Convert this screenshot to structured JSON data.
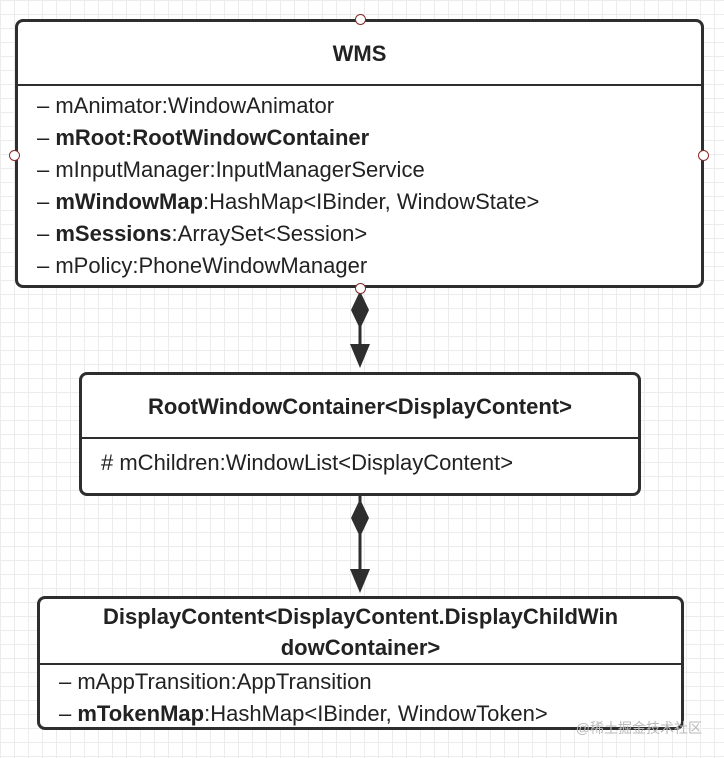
{
  "classes": {
    "wms": {
      "name": "WMS",
      "attributes": [
        {
          "prefix": "– ",
          "name": "mAnimator",
          "type": ":WindowAnimator",
          "bold": false
        },
        {
          "prefix": "– ",
          "name": "mRoot",
          "type": ":RootWindowContainer",
          "bold": true
        },
        {
          "prefix": "– ",
          "name": "mInputManager",
          "type": ":InputManagerService",
          "bold": false
        },
        {
          "prefix": "– ",
          "name": "mWindowMap",
          "type": ":HashMap<IBinder, WindowState>",
          "bold": true
        },
        {
          "prefix": "– ",
          "name": "mSessions",
          "type": ":ArraySet<Session>",
          "bold": true
        },
        {
          "prefix": "– ",
          "name": "mPolicy",
          "type": ":PhoneWindowManager",
          "bold": false
        }
      ]
    },
    "root_window_container": {
      "name": "RootWindowContainer<DisplayContent>",
      "attributes": [
        {
          "prefix": "# ",
          "name": "mChildren",
          "type": ":WindowList<DisplayContent>",
          "bold": false
        }
      ]
    },
    "display_content": {
      "name_line1": "DisplayContent<DisplayContent.DisplayChildWin",
      "name_line2": "dowContainer>",
      "attributes": [
        {
          "prefix": "– ",
          "name": "mAppTransition",
          "type": ":AppTransition",
          "bold": false
        },
        {
          "prefix": "– ",
          "name": "mTokenMap",
          "type": ":HashMap<IBinder, WindowToken>",
          "bold": true
        }
      ]
    }
  },
  "relationships": [
    {
      "from": "WMS",
      "to": "RootWindowContainer<DisplayContent>",
      "kind": "composition"
    },
    {
      "from": "RootWindowContainer<DisplayContent>",
      "to": "DisplayContent<DisplayContent.DisplayChildWindowContainer>",
      "kind": "composition"
    }
  ],
  "watermark": "@稀土掘金技术社区",
  "colors": {
    "border": "#2e2e2e",
    "port": "#8a2a2a",
    "text": "#222222",
    "grid": "#ececec"
  }
}
